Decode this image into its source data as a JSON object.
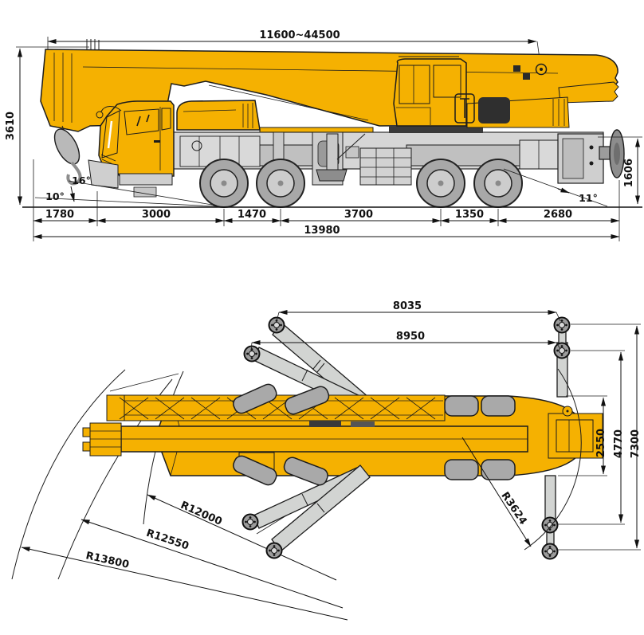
{
  "diagram": {
    "subject": "truck-crane-dimension-drawing",
    "side_view": {
      "boom_length": "11600~44500",
      "overall_height": "3610",
      "overall_length": "13980",
      "rear_height": "1606",
      "front_angle_upper": "16°",
      "front_angle_lower": "10°",
      "rear_angle": "11°",
      "length_segments": [
        "1780",
        "3000",
        "1470",
        "3700",
        "1350",
        "2680"
      ]
    },
    "plan_view": {
      "outrigger_span_upper": "8035",
      "outrigger_span_lower": "8950",
      "width_inner": "2550",
      "width_mid": "4770",
      "width_outer": "7300",
      "radius_inner": "R12000",
      "radius_mid": "R12550",
      "radius_outer": "R13800",
      "tail_radius": "R3624"
    },
    "colors": {
      "crane_yellow": "#F5B101",
      "outline_dark": "#1c1c1c",
      "gray_light": "#d6d6d6",
      "gray_mid": "#b0b0b0",
      "gray_dark": "#8d8d8d"
    }
  }
}
